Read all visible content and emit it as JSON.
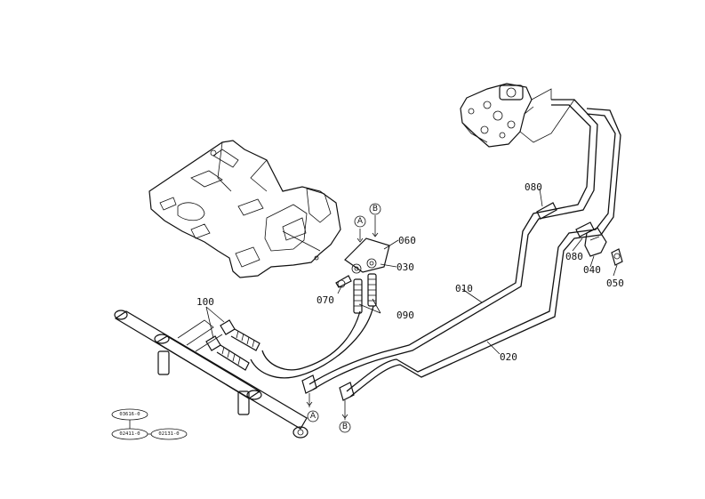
{
  "part_labels": {
    "p010": "010",
    "p020": "020",
    "p030": "030",
    "p040": "040",
    "p050": "050",
    "p060": "060",
    "p070": "070",
    "p080a": "080",
    "p080b": "080",
    "p090": "090",
    "p100": "100"
  },
  "connection_markers": {
    "a_top": "A",
    "b_top": "B",
    "a_bottom": "A",
    "b_bottom": "B"
  },
  "reference_codes": {
    "ref1": "03616-0",
    "ref2": "02411-0",
    "ref3": "02131-0"
  },
  "colors": {
    "ink": "#111111",
    "paper": "#ffffff"
  }
}
